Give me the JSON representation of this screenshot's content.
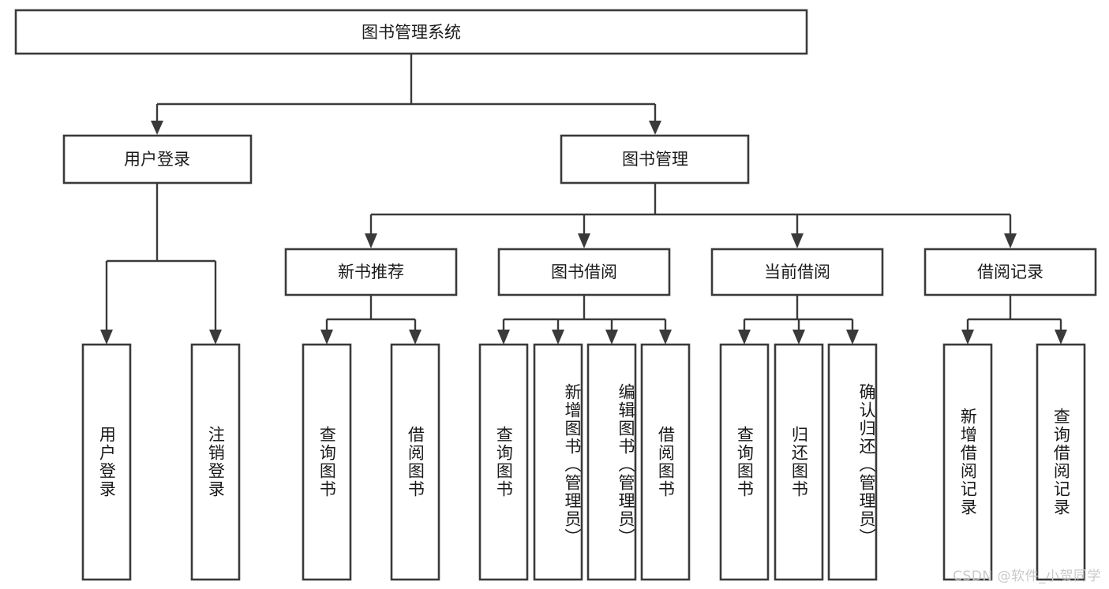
{
  "diagram": {
    "title": "图书管理系统",
    "type": "tree-hierarchy",
    "orientation": "top-down",
    "colors": {
      "box_stroke": "#3a3a3a",
      "box_fill": "#ffffff",
      "connector": "#3a3a3a",
      "text": "#1a1a1a",
      "watermark": "#c9c9c9",
      "background": "#ffffff"
    },
    "root": {
      "label": "图书管理系统"
    },
    "level1": [
      {
        "label": "用户登录"
      },
      {
        "label": "图书管理"
      }
    ],
    "level2": [
      {
        "label": "新书推荐"
      },
      {
        "label": "图书借阅"
      },
      {
        "label": "当前借阅"
      },
      {
        "label": "借阅记录"
      }
    ],
    "leaves": {
      "user_login": [
        {
          "label": "用户登录"
        },
        {
          "label": "注销登录"
        }
      ],
      "new_book_recommend": [
        {
          "label": "查询图书"
        },
        {
          "label": "借阅图书"
        }
      ],
      "book_borrow": [
        {
          "label": "查询图书"
        },
        {
          "label": "新增图书（管理员）"
        },
        {
          "label": "编辑图书（管理员）"
        },
        {
          "label": "借阅图书"
        }
      ],
      "current_borrow": [
        {
          "label": "查询图书"
        },
        {
          "label": "归还图书"
        },
        {
          "label": "确认归还（管理员）"
        }
      ],
      "borrow_record": [
        {
          "label": "新增借阅记录"
        },
        {
          "label": "查询借阅记录"
        }
      ]
    }
  },
  "watermark": {
    "text": "CSDN @软件_小贺同学"
  }
}
